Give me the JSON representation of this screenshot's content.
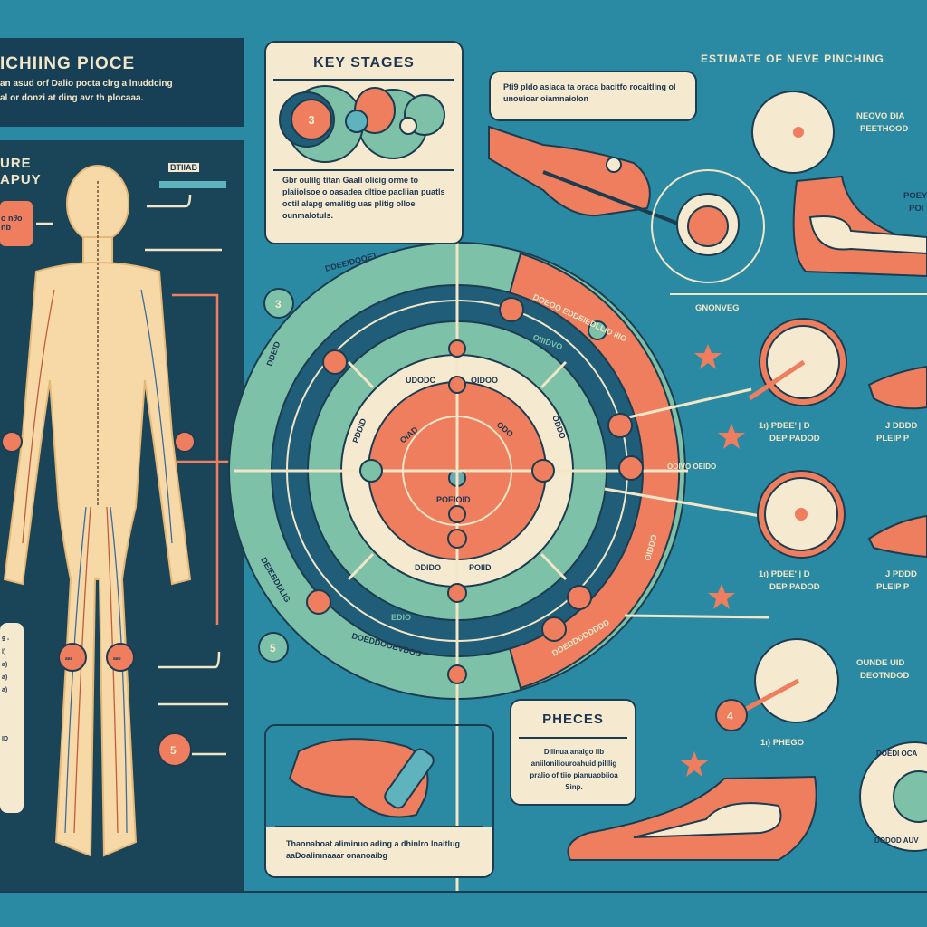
{
  "header": {
    "title": "ICHIING PIOCE",
    "subtitle_line1": "an asud orf Dalio pocta clrg a lnuddcing",
    "subtitle_line2": "al or donzi at ding avr th plocaaa."
  },
  "left_panel": {
    "heading_line1": "URE",
    "heading_line2": "APUY",
    "tag": "BTIIAB",
    "orange_box": "o n∂o\nnb",
    "knee_badge_left": "aas",
    "knee_badge_right": "aao",
    "circle_number": "5",
    "legend_items": [
      "9 -",
      "l)",
      "a)",
      "a)",
      "a)",
      "ID"
    ]
  },
  "key_stages": {
    "title": "KEY STAGES",
    "badge_number": "3",
    "body": "Gbr oulilg titan Gaall olicig orme to plaiiolsoe o oasadea dltioe pacliian puatls octil alapg emalitig uas plitig olloe ounmalotuls."
  },
  "speech_bubble": {
    "text": "Pti9 pldo asiaca ta oraca bacitfo rocaitling ol unouioar oiamnaiolon"
  },
  "right_column": {
    "title": "ESTIMATE OF NEVE PINCHING",
    "nerve_label_line1": "NEOVO DIA",
    "nerve_label_line2": "PEETHOOD",
    "side_label_line1": "POEY",
    "side_label_line2": "POI",
    "section_label": "GNONVEG",
    "period_label_a_line1": "1ı) PDEE' | D",
    "period_label_a_line2": "DEP PADOD",
    "period_label_b_line1": "J DBDD",
    "period_label_b_line2": "PLEIP P",
    "period_label_c_line1": "1ı) PDEE' | D",
    "period_label_c_line2": "DEP PADOD",
    "period_label_d_line1": "J PDDD",
    "period_label_d_line2": "PLEIP P",
    "gauge_label_line1": "OUNDE UID",
    "gauge_label_line2": "DEOTNDOD",
    "gauge_number": "4",
    "bottom_label": "1ı) PHEGO",
    "bottom_circle_top": "DOEDI OCA",
    "bottom_circle_bottom": "DODOD AUV"
  },
  "wheel": {
    "outer_top": "DDEEIDOOET",
    "outer_left": "DDEID",
    "outer_bottom_left": "DEIEBDDLIG",
    "outer_bottom": "DOEDDOOBVDOG",
    "orange_arc_top": "DOEOO EDDEIEDLLID IIIO",
    "orange_arc_right": "OOIVO OEIDO",
    "orange_arc_bottom": "OIDDO",
    "orange_arc_lower": "DOEDDDDDDDD",
    "dark_ring_top": "OIIIDVO",
    "dark_ring_bottom": "EDIO",
    "cream_top_left": "UDODC",
    "cream_top_right": "OIDOO",
    "cream_left": "PDDID",
    "cream_right": "ODDO",
    "cream_bottom_left": "DDIDO",
    "cream_bottom_right": "POIID",
    "salmon_left": "OIAD",
    "salmon_right": "ODO",
    "center": "POEIOID",
    "left_number_top": "3",
    "left_number_bottom": "5"
  },
  "phases": {
    "title": "PHECES",
    "body": "Dilinua anaigo ilb aniiloniliouroahuid pilllig pralio of tiio pianuaobiioa Sinp."
  },
  "bottom_card": {
    "body": "Thaonaboat aliminuo ading a dhinlro lnaitlug aaDoalimnaaar onanoaibg"
  },
  "colors": {
    "background": "#2b8aa3",
    "dark_panel": "#173f55",
    "cream": "#f5ead0",
    "salmon": "#ef7e5f",
    "mint": "#7cc1a8",
    "navy": "#1c3c4f"
  }
}
